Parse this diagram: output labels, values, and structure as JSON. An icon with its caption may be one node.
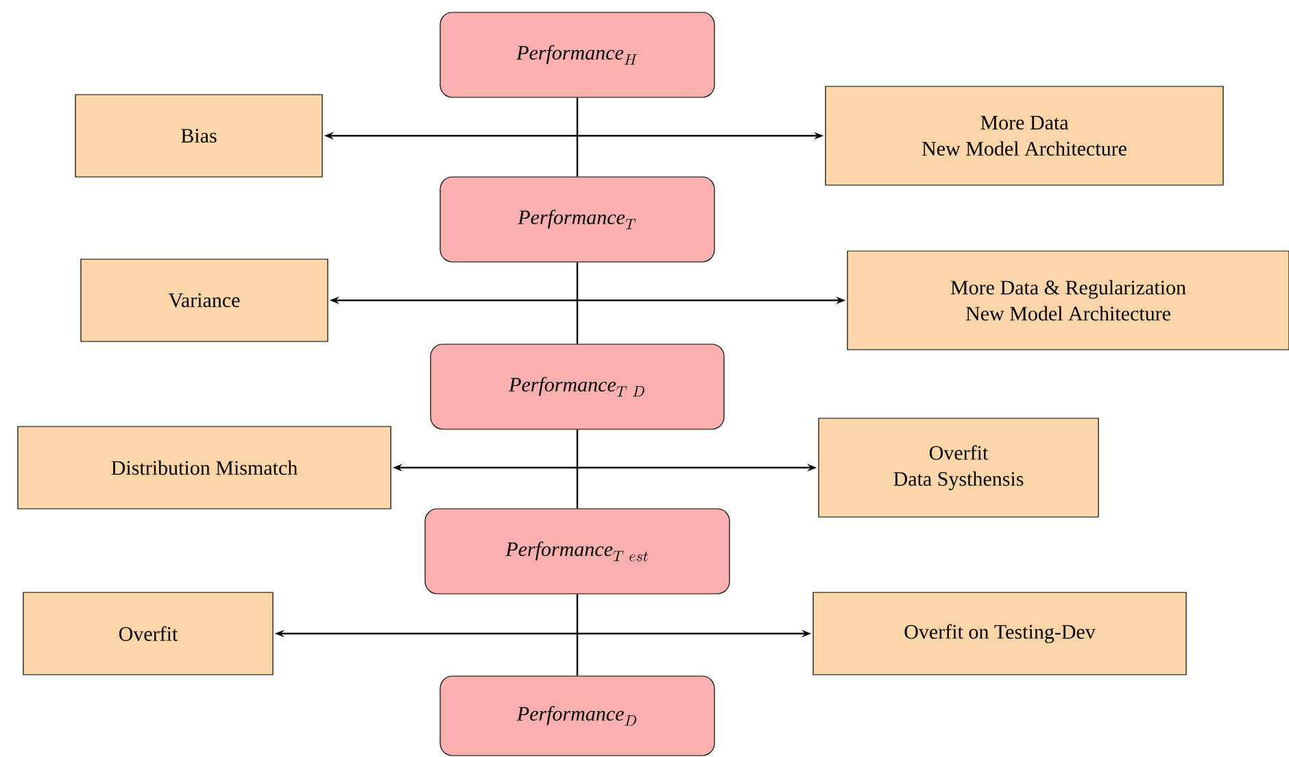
{
  "diagram": {
    "nodes": [
      {
        "text": [
          "\\mathit{Performance}_{H}"
        ]
      },
      {
        "text": [
          "Bias"
        ]
      },
      {
        "text": [
          "More Data",
          "New Model Architecture"
        ]
      },
      {
        "text": [
          "\\mathit{Performance}_{T}"
        ]
      },
      {
        "text": [
          "Variance"
        ]
      },
      {
        "text": [
          "More Data & Regularization",
          "New Model Architecture"
        ]
      },
      {
        "text": [
          "\\mathit{Performance}_{T\\ D}"
        ]
      },
      {
        "text": [
          "Distribution Mismatch"
        ]
      },
      {
        "text": [
          "Overfit",
          "Data Systhensis"
        ]
      },
      {
        "text": [
          "\\mathit{Performance}_{T\\ est}"
        ]
      },
      {
        "text": [
          "Overfit"
        ]
      },
      {
        "text": [
          "Overfit on Testing-Dev"
        ]
      },
      {
        "text": [
          "\\mathit{Performance}_{D}"
        ]
      }
    ],
    "edges": [
      {
        "from": 0,
        "to": 3,
        "arrow": "none"
      },
      {
        "from": 3,
        "to": 6,
        "arrow": "none"
      },
      {
        "from": 6,
        "to": 9,
        "arrow": "none"
      },
      {
        "from": 9,
        "to": 12,
        "arrow": "none"
      },
      {
        "from": 1,
        "to": 2,
        "arrow": "both"
      },
      {
        "from": 4,
        "to": 5,
        "arrow": "both"
      },
      {
        "from": 7,
        "to": 8,
        "arrow": "both"
      },
      {
        "from": 10,
        "to": 11,
        "arrow": "both"
      }
    ]
  }
}
